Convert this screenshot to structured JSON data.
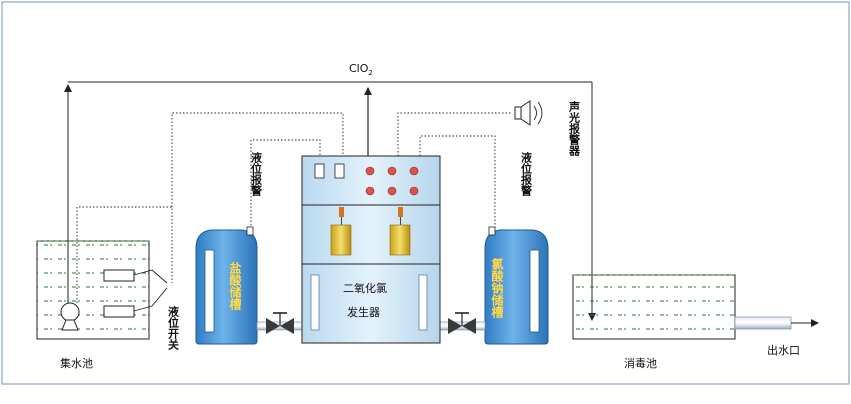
{
  "labels": {
    "clo2": "ClO",
    "clo2_sub": "2",
    "sound_light_alarm": "声光报警器",
    "level_alarm_left": "液位报警",
    "level_alarm_right": "液位报警",
    "level_switch": "液位开关",
    "hcl_tank": "盐酸储槽",
    "naclo3_tank": "氯酸钠储槽",
    "generator_line1": "二氧化氯",
    "generator_line2": "发生器",
    "collection_pool": "集水池",
    "disinfection_pool": "消毒池",
    "outlet": "出水口"
  },
  "colors": {
    "frame": "#8aa7c8",
    "tank_blue": "#3d8fd6",
    "generator_fill": "#cfe6f7",
    "water": "#2a7a3a",
    "pipe": "#222222",
    "led": "#d9534f",
    "valve": "#333333"
  }
}
